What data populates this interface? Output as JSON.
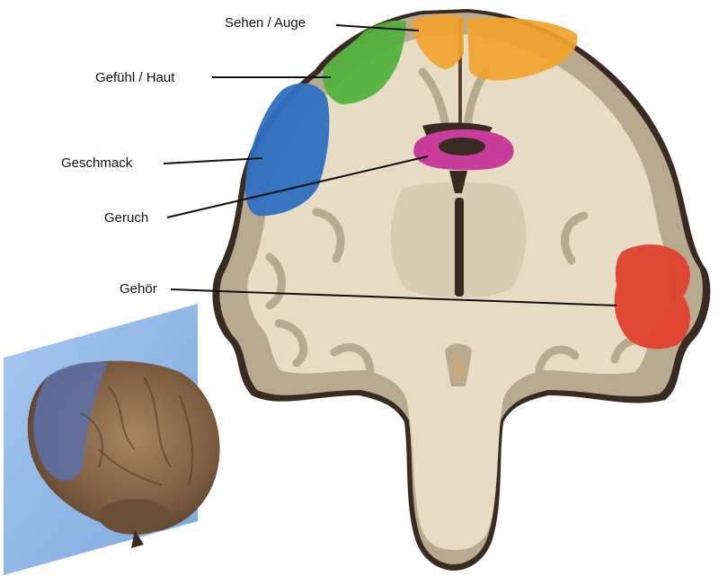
{
  "labels": {
    "sehen": "Sehen / Auge",
    "gefuehl": "Gefühl / Haut",
    "geschmack": "Geschmack",
    "geruch": "Geruch",
    "gehoer": "Gehör"
  },
  "colors": {
    "sehen": "#F0A32C",
    "gefuehl": "#4FB13A",
    "geschmack": "#2E6FC0",
    "geruch": "#C83D9A",
    "gehoer": "#E0402F",
    "tissue": "#E7DCC4",
    "cortex_rim": "#B8AA8E",
    "cut_plane": "#8DB6E6"
  }
}
